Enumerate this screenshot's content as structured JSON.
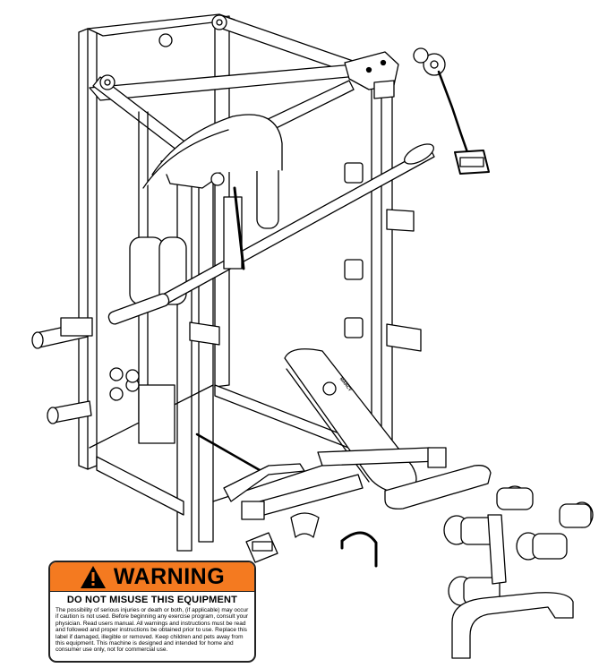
{
  "warning": {
    "title": "WARNING",
    "subtitle": "DO NOT MISUSE THIS EQUIPMENT",
    "body": "The possibility of serious injuries or death or both, (if applicable) may occur if caution is not used. Before beginning any exercise program, consult your physician. Read users manual. All warnings and instructions must be read and followed and proper instructions be obtained prior to use. Replace this label if damaged, illegible or removed. Keep children and pets away from this equipment. This machine is designed and intended for home and consumer use only, not for commercial use.",
    "header_color": "#f47a20",
    "icon": "exclamation-triangle-icon"
  },
  "bench": {
    "logo_text": "MARCY",
    "icon": "brand-logo-icon"
  }
}
